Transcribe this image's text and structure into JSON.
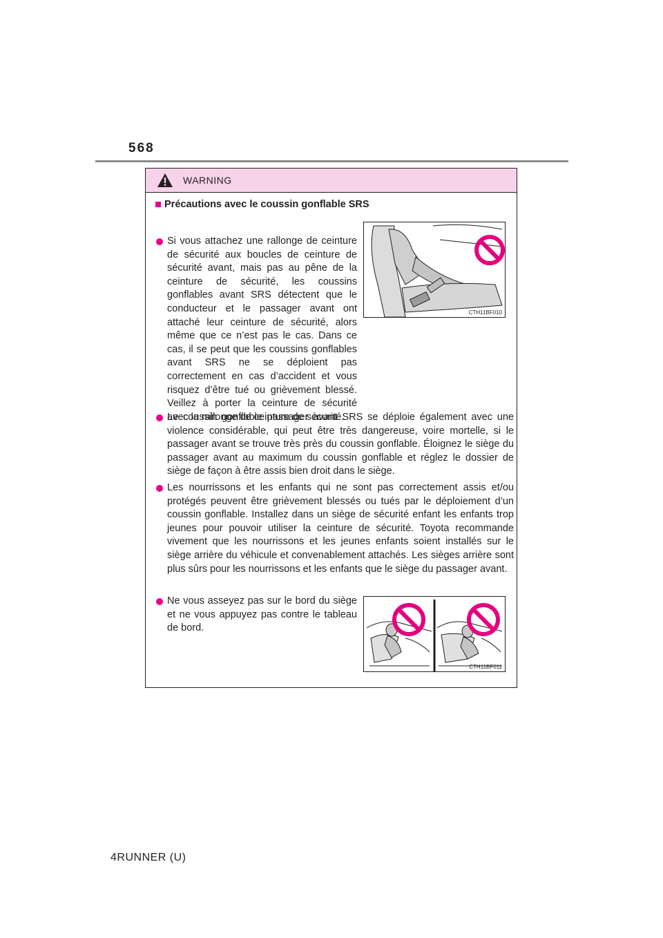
{
  "page": {
    "number": "568",
    "footer": "4RUNNER (U)"
  },
  "warning": {
    "title": "WARNING",
    "section_title": "Précautions avec le coussin gonflable SRS",
    "items": [
      {
        "text": "Si vous attachez une rallonge de ceinture de sécurité aux boucles de ceinture de sécurité avant, mais pas au pêne de la ceinture de sécurité, les coussins gonflables avant SRS détectent que le conducteur et le passager avant ont attaché leur ceinture de sécurité, alors même que ce n’est pas le cas. Dans ce cas, il se peut que les coussins gonflables avant SRS ne se déploient pas correctement en cas d’accident et vous risquez d’être tué ou grièvement blessé. Veillez à porter la ceinture de sécurité avec la rallonge de ceinture de sécurité."
      },
      {
        "text": "Le coussin gonflable passager avant SRS se déploie également avec une violence considérable, qui peut être très dangereuse, voire mortelle, si le passager avant se trouve très près du coussin gonflable. Éloignez le siège du passager avant au maximum du coussin gonflable et réglez le dossier de siège de façon à être assis bien droit dans le siège."
      },
      {
        "text": "Les nourrissons et les enfants qui ne sont pas correctement assis et/ou protégés peuvent être grièvement blessés ou tués par le déploiement d’un coussin gonflable. Installez dans un siège de sécurité enfant les enfants trop jeunes pour pouvoir utiliser la ceinture de sécurité. Toyota recommande vivement que les nourrissons et les jeunes enfants soient installés sur le siège arrière du véhicule et convenablement attachés. Les sièges arrière sont plus sûrs pour les nourrissons et les enfants que le siège du passager avant."
      },
      {
        "text": "Ne vous asseyez pas sur le bord du siège et ne vous appuyez pas contre le tableau de bord."
      }
    ],
    "figures": [
      {
        "code": "CTH11BF010"
      },
      {
        "code": "CTH11BF011"
      }
    ]
  },
  "colors": {
    "accent": "#ec008c",
    "header_bg": "#f6d3ea",
    "prohibited": "#e5007e"
  }
}
